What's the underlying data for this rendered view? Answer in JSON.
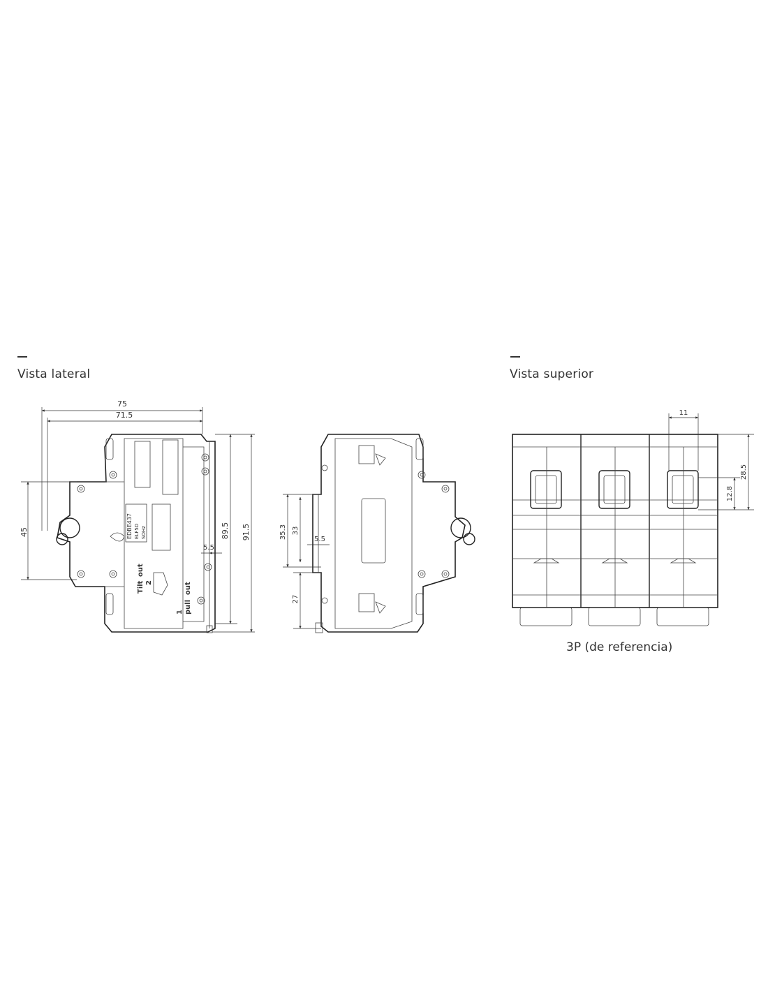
{
  "side_view": {
    "title": "Vista lateral",
    "dims": {
      "w75": "75",
      "w71_5": "71.5",
      "h45": "45",
      "h89_5": "89.5",
      "h91_5": "91.5",
      "d5_5": "5.5"
    },
    "label_lines": [
      "EDBE437",
      "ELF5D",
      "SOHz"
    ],
    "tilt_label": [
      "Tilt",
      "out",
      "2"
    ],
    "pull_label": [
      "1",
      "pull",
      "out"
    ]
  },
  "back_view": {
    "dims": {
      "h35_3": "35.3",
      "h33": "33",
      "d5_5": "5.5",
      "h27": "27"
    }
  },
  "top_view": {
    "title": "Vista superior",
    "caption": "3P (de referencia)",
    "dims": {
      "w11": "11",
      "h28_5": "28.5",
      "h12_8": "12.8"
    }
  }
}
